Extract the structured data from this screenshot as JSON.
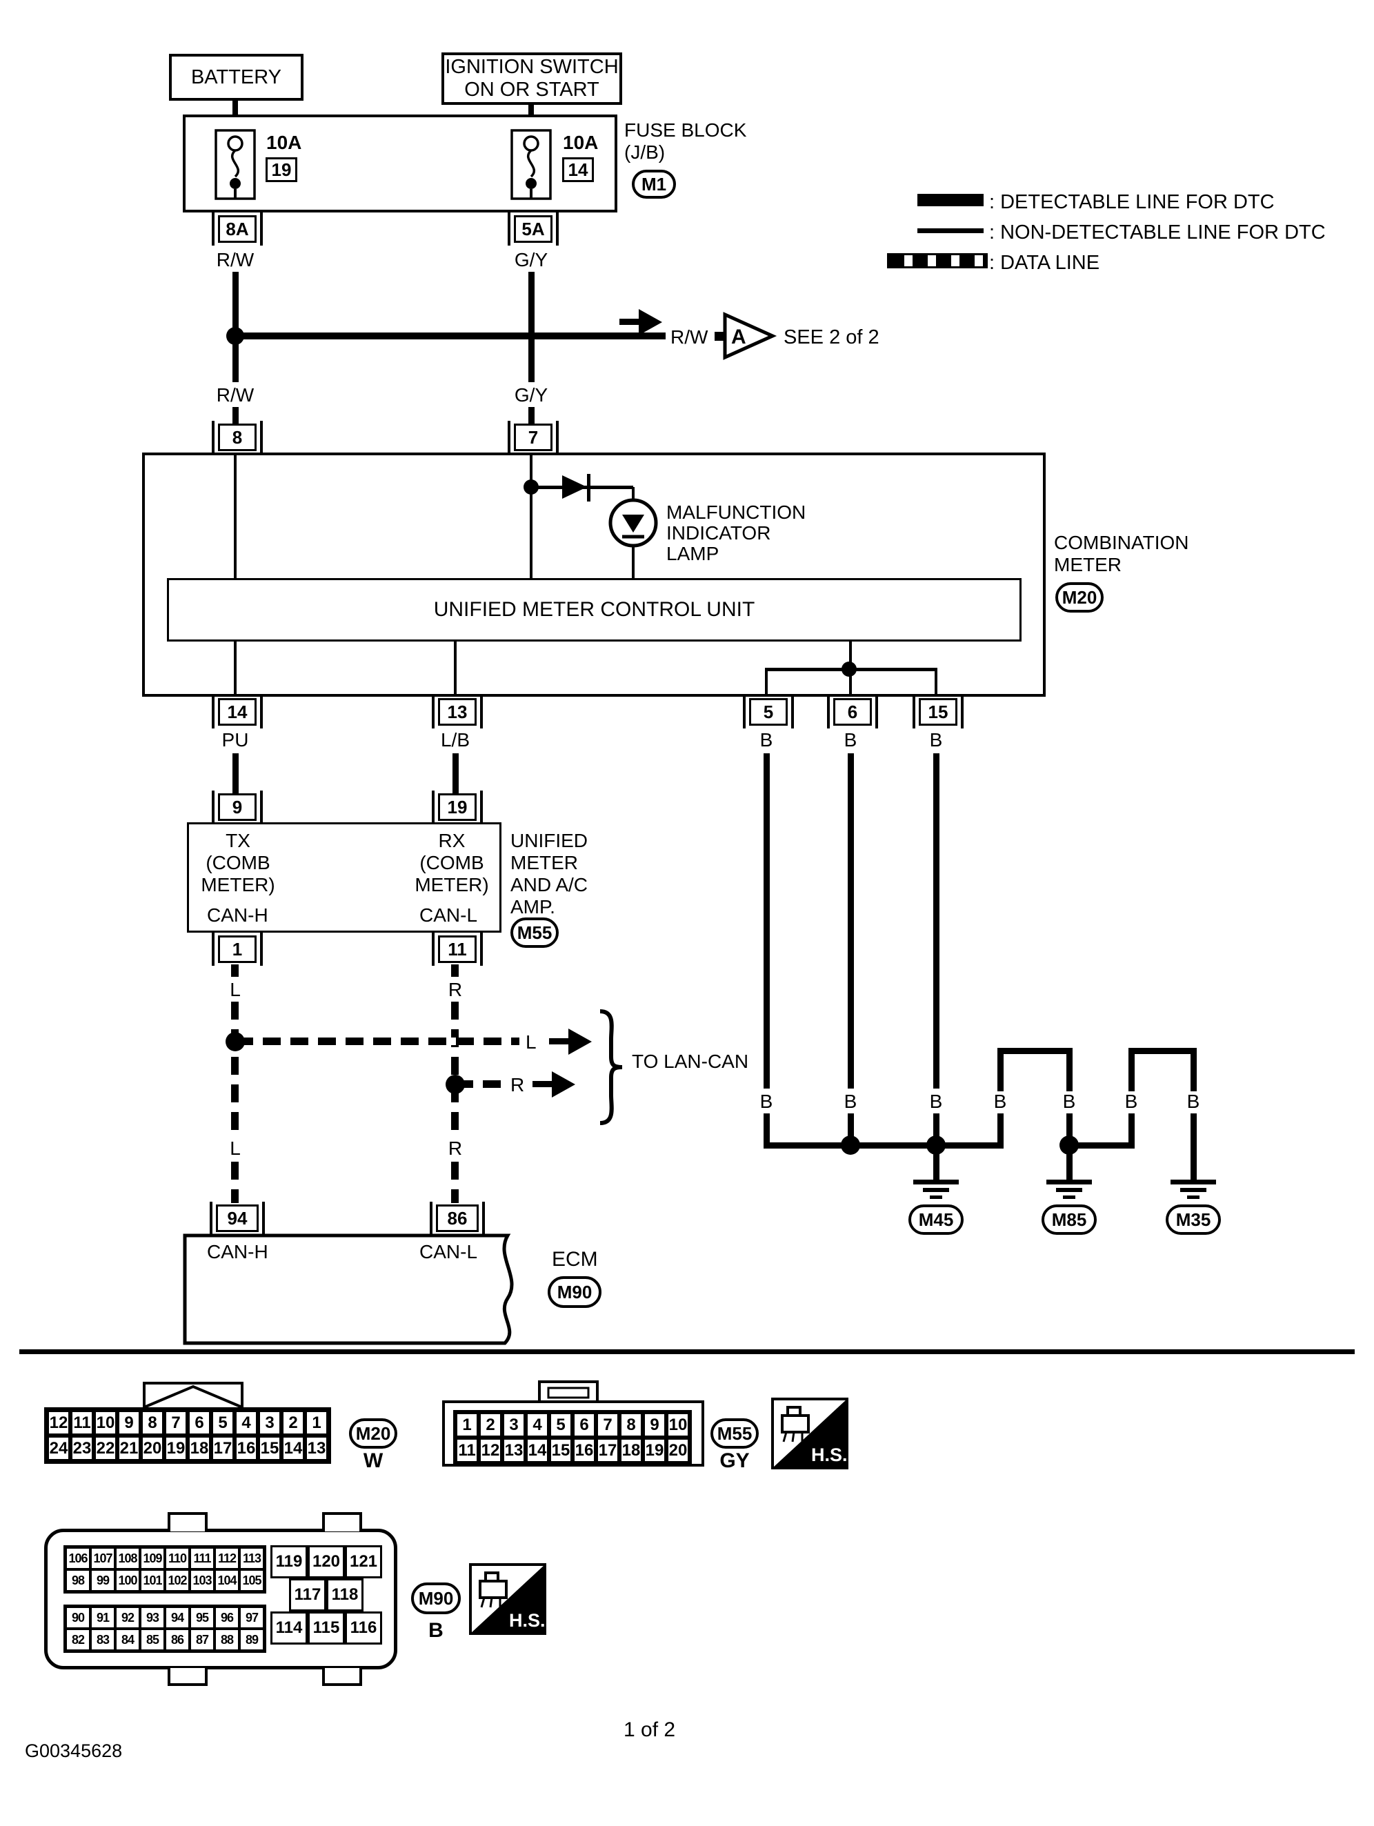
{
  "legend": {
    "detectable": ": DETECTABLE LINE FOR DTC",
    "non_detectable": ": NON-DETECTABLE LINE FOR DTC",
    "data_line": ": DATA LINE"
  },
  "power": {
    "battery": "BATTERY",
    "ignition_line1": "IGNITION SWITCH",
    "ignition_line2": "ON OR START"
  },
  "fuse_block": {
    "title": "FUSE BLOCK",
    "subtitle": "(J/B)",
    "connector_id": "M1",
    "fuse1_rating": "10A",
    "fuse1_number": "19",
    "fuse2_rating": "10A",
    "fuse2_number": "14"
  },
  "pins": {
    "p8a": "8A",
    "p5a": "5A",
    "p8": "8",
    "p7": "7",
    "p14": "14",
    "p13": "13",
    "p5": "5",
    "p6": "6",
    "p15": "15",
    "p9": "9",
    "p19": "19",
    "p1": "1",
    "p11": "11",
    "p94": "94",
    "p86": "86"
  },
  "wires": {
    "rw": "R/W",
    "gy": "G/Y",
    "pu": "PU",
    "lb": "L/B",
    "b": "B",
    "l": "L",
    "r": "R"
  },
  "see_ref": {
    "wire": "R/W",
    "flag": "A",
    "text": "SEE 2 of 2"
  },
  "combination_meter": {
    "label_line1": "COMBINATION",
    "label_line2": "METER",
    "connector_id": "M20",
    "control_unit": "UNIFIED METER CONTROL UNIT",
    "mil_line1": "MALFUNCTION",
    "mil_line2": "INDICATOR",
    "mil_line3": "LAMP"
  },
  "unified_meter_amp": {
    "tx1": "TX",
    "tx2": "(COMB",
    "tx3": "METER)",
    "rx1": "RX",
    "rx2": "(COMB",
    "rx3": "METER)",
    "canh": "CAN-H",
    "canl": "CAN-L",
    "label1": "UNIFIED",
    "label2": "METER",
    "label3": "AND A/C",
    "label4": "AMP.",
    "connector_id": "M55"
  },
  "lan": {
    "to": "TO LAN-CAN"
  },
  "ecm": {
    "canh": "CAN-H",
    "canl": "CAN-L",
    "label": "ECM",
    "connector_id": "M90"
  },
  "grounds": {
    "g1": "M45",
    "g2": "M85",
    "g3": "M35"
  },
  "connector_views": {
    "hs": "H.S.",
    "m20": {
      "id": "M20",
      "color": "W",
      "row1": [
        "12",
        "11",
        "10",
        "9",
        "8",
        "7",
        "6",
        "5",
        "4",
        "3",
        "2",
        "1"
      ],
      "row2": [
        "24",
        "23",
        "22",
        "21",
        "20",
        "19",
        "18",
        "17",
        "16",
        "15",
        "14",
        "13"
      ]
    },
    "m55": {
      "id": "M55",
      "color": "GY",
      "row1": [
        "1",
        "2",
        "3",
        "4",
        "5",
        "6",
        "7",
        "8",
        "9",
        "10"
      ],
      "row2": [
        "11",
        "12",
        "13",
        "14",
        "15",
        "16",
        "17",
        "18",
        "19",
        "20"
      ]
    },
    "m90": {
      "id": "M90",
      "color": "B",
      "a1": [
        "106",
        "107",
        "108",
        "109",
        "110",
        "111",
        "112",
        "113"
      ],
      "a2": [
        "98",
        "99",
        "100",
        "101",
        "102",
        "103",
        "104",
        "105"
      ],
      "b1": [
        "90",
        "91",
        "92",
        "93",
        "94",
        "95",
        "96",
        "97"
      ],
      "b2": [
        "82",
        "83",
        "84",
        "85",
        "86",
        "87",
        "88",
        "89"
      ],
      "r1": [
        "119",
        "120",
        "121"
      ],
      "r2": [
        "117",
        "118"
      ],
      "r3": [
        "114",
        "115",
        "116"
      ]
    }
  },
  "footer": {
    "page": "1 of 2",
    "figure_id": "G00345628"
  }
}
